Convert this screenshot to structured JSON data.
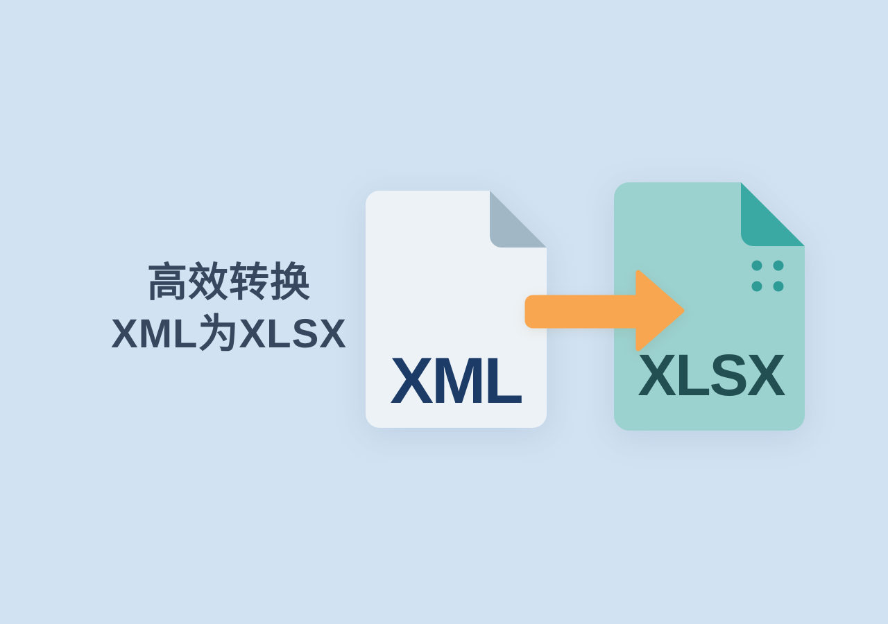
{
  "page": {
    "background_color": "#D1E2F2"
  },
  "headline": {
    "line1": "高效转换",
    "line2": "XML为XLSX",
    "color": "#37485E"
  },
  "source_file": {
    "label": "XML",
    "body_color": "#EDF2F6",
    "fold_color": "#A2B7C6",
    "label_color": "#1C3B67"
  },
  "arrow": {
    "icon": "right-arrow-icon",
    "direction": "right",
    "color": "#F8A64F"
  },
  "target_file": {
    "label": "XLSX",
    "body_color": "#9BD1CF",
    "fold_color": "#3AA9A4",
    "dot_color": "#2E9B97",
    "dot_count": 4,
    "label_color": "#224F52"
  }
}
